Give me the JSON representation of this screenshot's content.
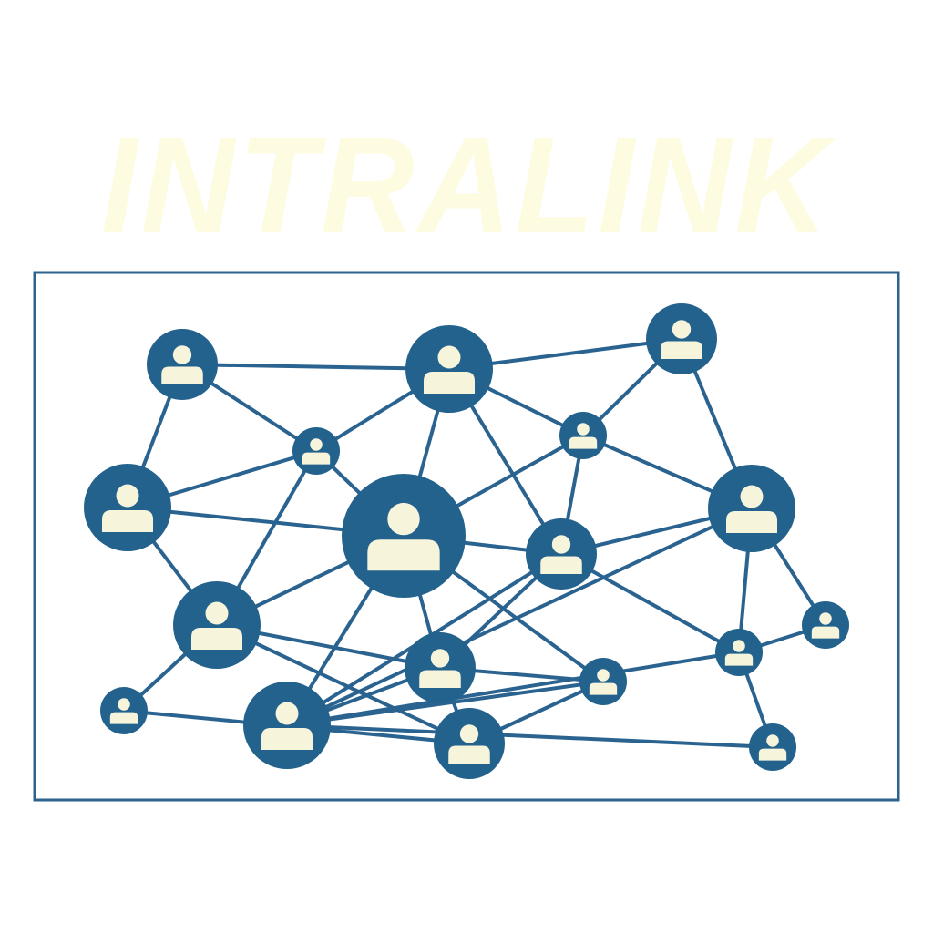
{
  "logo": {
    "title": "INTRALINK"
  },
  "colors": {
    "title": "#fdfbe0",
    "frame": "#2a6390",
    "node": "#23628d",
    "edge": "#2a6390",
    "person": "#f7f4dc",
    "background": "#ffffff"
  },
  "icons": {
    "node": "person-icon"
  },
  "network": {
    "nodes": [
      {
        "id": "a",
        "size": "medium"
      },
      {
        "id": "b",
        "size": "large"
      },
      {
        "id": "c",
        "size": "medium"
      },
      {
        "id": "d",
        "size": "small"
      },
      {
        "id": "e",
        "size": "small"
      },
      {
        "id": "f",
        "size": "large"
      },
      {
        "id": "g",
        "size": "large"
      },
      {
        "id": "h",
        "size": "xlarge"
      },
      {
        "id": "i",
        "size": "medium"
      },
      {
        "id": "j",
        "size": "large"
      },
      {
        "id": "k",
        "size": "medium"
      },
      {
        "id": "l",
        "size": "small"
      },
      {
        "id": "m",
        "size": "small"
      },
      {
        "id": "n",
        "size": "large"
      },
      {
        "id": "o",
        "size": "small"
      },
      {
        "id": "p",
        "size": "medium"
      },
      {
        "id": "q",
        "size": "small"
      },
      {
        "id": "r",
        "size": "small"
      }
    ],
    "edges": [
      [
        "a",
        "b"
      ],
      [
        "a",
        "g"
      ],
      [
        "a",
        "e"
      ],
      [
        "b",
        "c"
      ],
      [
        "b",
        "e"
      ],
      [
        "b",
        "h"
      ],
      [
        "b",
        "d"
      ],
      [
        "b",
        "i"
      ],
      [
        "c",
        "d"
      ],
      [
        "c",
        "f"
      ],
      [
        "d",
        "h"
      ],
      [
        "d",
        "i"
      ],
      [
        "d",
        "f"
      ],
      [
        "e",
        "g"
      ],
      [
        "e",
        "h"
      ],
      [
        "e",
        "j"
      ],
      [
        "g",
        "h"
      ],
      [
        "g",
        "j"
      ],
      [
        "h",
        "i"
      ],
      [
        "h",
        "k"
      ],
      [
        "h",
        "l"
      ],
      [
        "h",
        "n"
      ],
      [
        "h",
        "j"
      ],
      [
        "i",
        "f"
      ],
      [
        "i",
        "k"
      ],
      [
        "i",
        "n"
      ],
      [
        "f",
        "n"
      ],
      [
        "f",
        "o"
      ],
      [
        "f",
        "q"
      ],
      [
        "j",
        "k"
      ],
      [
        "j",
        "m"
      ],
      [
        "j",
        "p"
      ],
      [
        "k",
        "l"
      ],
      [
        "k",
        "n"
      ],
      [
        "k",
        "p"
      ],
      [
        "l",
        "n"
      ],
      [
        "n",
        "o"
      ],
      [
        "n",
        "r"
      ],
      [
        "o",
        "q"
      ],
      [
        "o",
        "r"
      ],
      [
        "m",
        "p"
      ],
      [
        "p",
        "l"
      ],
      [
        "i",
        "o"
      ]
    ]
  }
}
